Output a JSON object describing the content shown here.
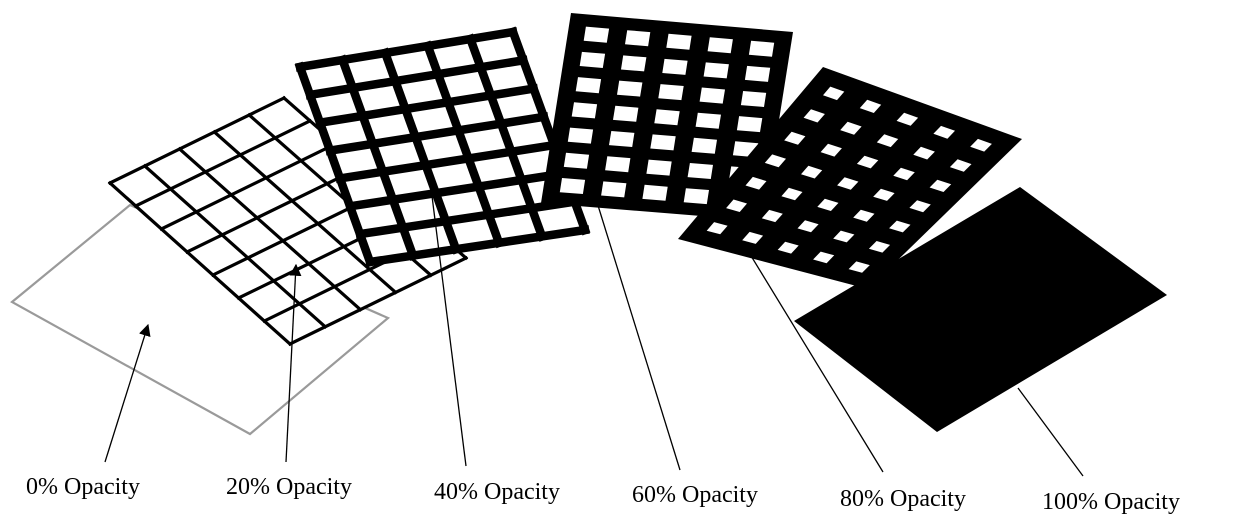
{
  "panels": [
    {
      "label": "0% Opacity",
      "opacity": 0.0,
      "grid": "none",
      "rows": 0,
      "cols": 0,
      "style": "thin-gray-outline"
    },
    {
      "label": "20% Opacity",
      "opacity": 0.2,
      "grid": "lines",
      "rows": 7,
      "cols": 5,
      "style": "thin-black-mesh"
    },
    {
      "label": "40% Opacity",
      "opacity": 0.4,
      "grid": "lines",
      "rows": 7,
      "cols": 5,
      "style": "thick-black-mesh"
    },
    {
      "label": "60% Opacity",
      "opacity": 0.6,
      "grid": "holes",
      "rows": 7,
      "cols": 5,
      "style": "large-holes"
    },
    {
      "label": "80% Opacity",
      "opacity": 0.8,
      "grid": "holes",
      "rows": 7,
      "cols": 5,
      "style": "small-holes"
    },
    {
      "label": "100% Opacity",
      "opacity": 1.0,
      "grid": "none",
      "rows": 0,
      "cols": 0,
      "style": "solid-black"
    }
  ],
  "colors": {
    "background": "#ffffff",
    "ink": "#000000",
    "empty_outline": "#9a9a9a"
  }
}
